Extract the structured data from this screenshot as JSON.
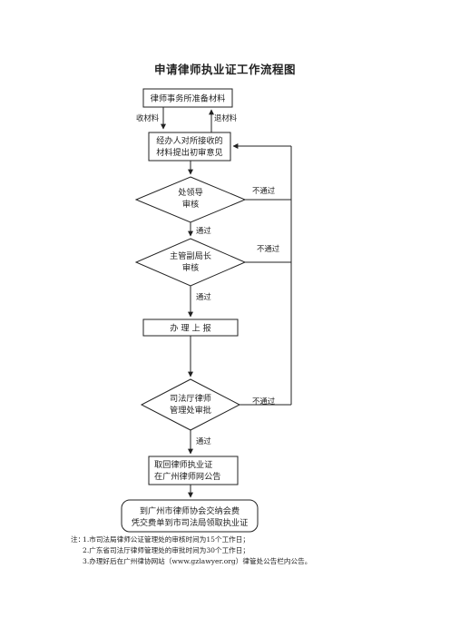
{
  "title": "申请律师执业证工作流程图",
  "nodes": {
    "prepare": "律师事务所准备材料",
    "initial_line1": "经办人对所接收的",
    "initial_line2": "材料提出初审意见",
    "leader_line1": "处领导",
    "leader_line2": "审核",
    "deputy_line1": "主管副局长",
    "deputy_line2": "审核",
    "report": "办 理 上 报",
    "bureau_line1": "司法厅律师",
    "bureau_line2": "管理处审批",
    "collect_line1": "取回律师执业证",
    "collect_line2": "在广州律师网公告",
    "pay_line1": "到广州市律师协会交纳会费",
    "pay_line2": "凭交费单到市司法局领取执业证"
  },
  "labels": {
    "receive": "收材料",
    "return": "退材料",
    "pass1": "通过",
    "pass2": "通过",
    "pass3": "通过",
    "fail1": "不通过",
    "fail2": "不通过",
    "fail3": "不通过"
  },
  "notes": {
    "prefix": "注：",
    "items": [
      "1.市司法局律师公证管理处的审核时间为15个工作日；",
      "2.广东省司法厅律师管理处的审批时间为30个工作日；",
      "3.办理好后在广州律协网站（www.gzlawyer.org）律管处公告栏内公告。"
    ]
  }
}
